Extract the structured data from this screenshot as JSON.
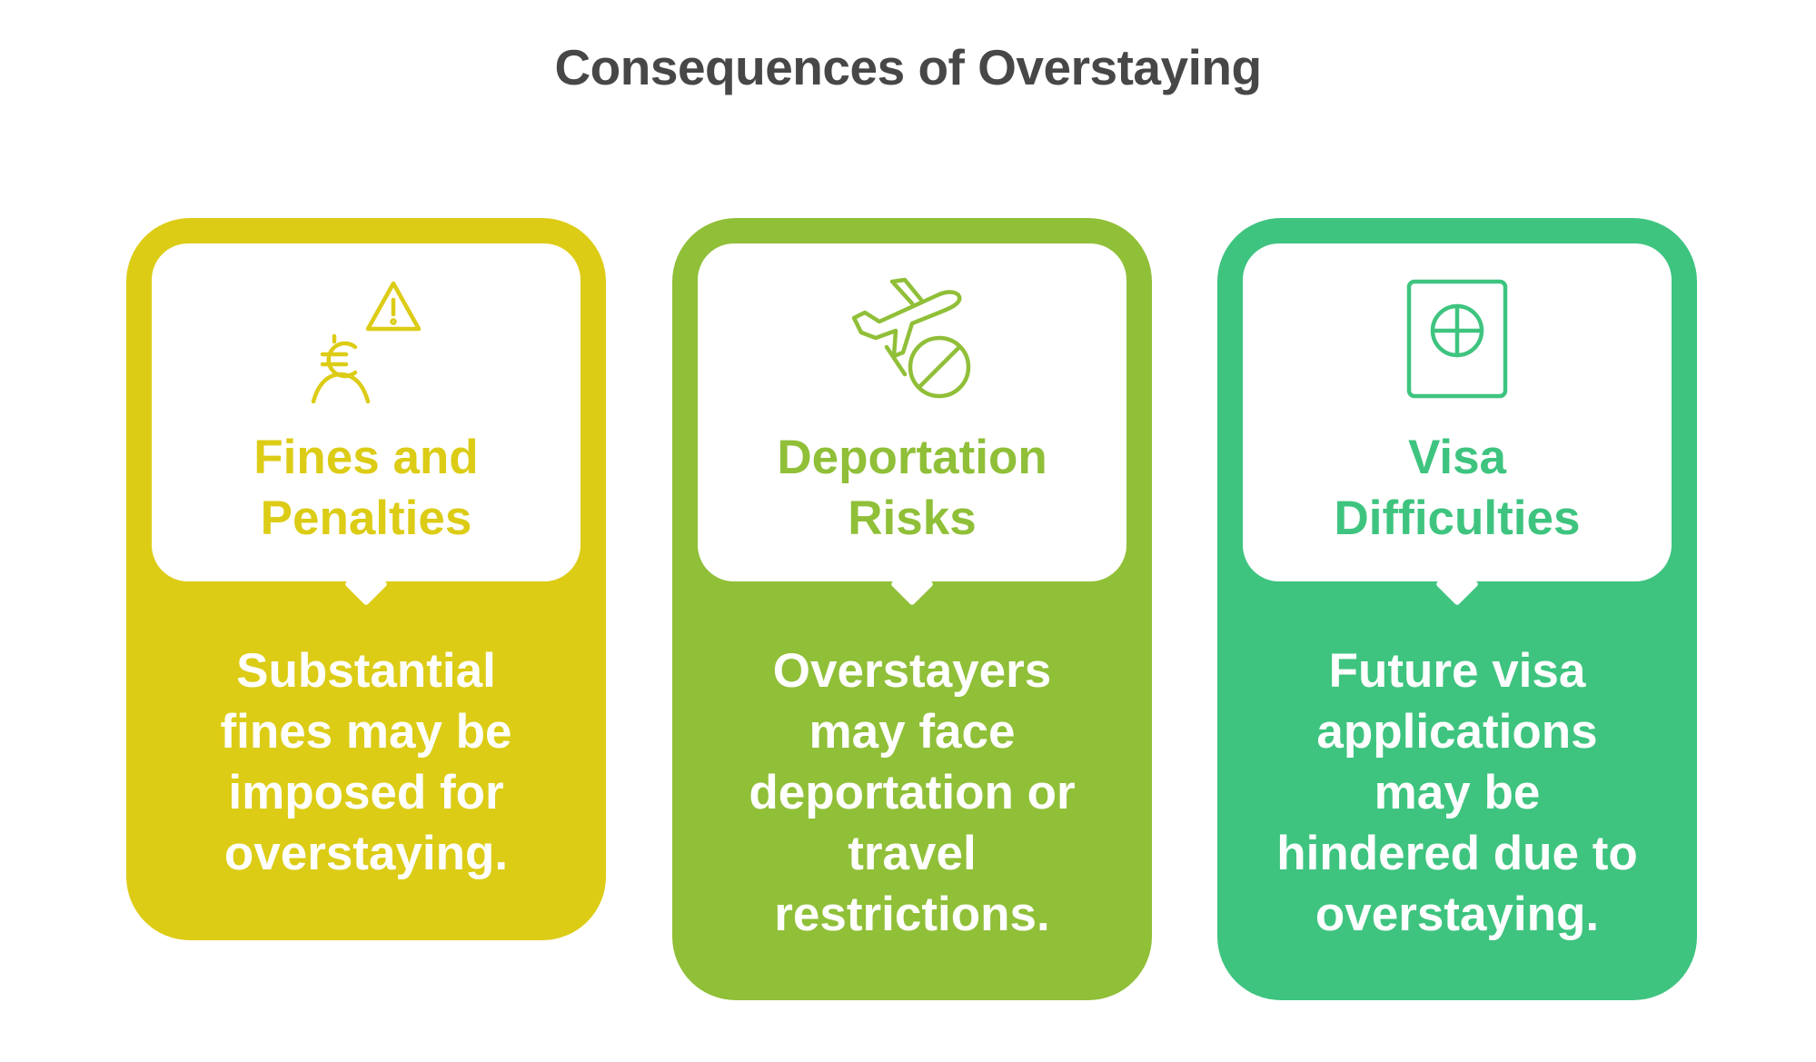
{
  "title": "Consequences of Overstaying",
  "cards": [
    {
      "title": "Fines and\nPenalties",
      "description": "Substantial\nfines may be\nimposed for\noverstaying.",
      "color": "#dccc16",
      "icon": "euro-person-warning-icon"
    },
    {
      "title": "Deportation\nRisks",
      "description": "Overstayers\nmay face\ndeportation or\ntravel\nrestrictions.",
      "color": "#90bf38",
      "icon": "plane-prohibited-icon"
    },
    {
      "title": "Visa\nDifficulties",
      "description": "Future visa\napplications\nmay be\nhindered due to\noverstaying.",
      "color": "#3ec47f",
      "icon": "passport-icon"
    }
  ]
}
